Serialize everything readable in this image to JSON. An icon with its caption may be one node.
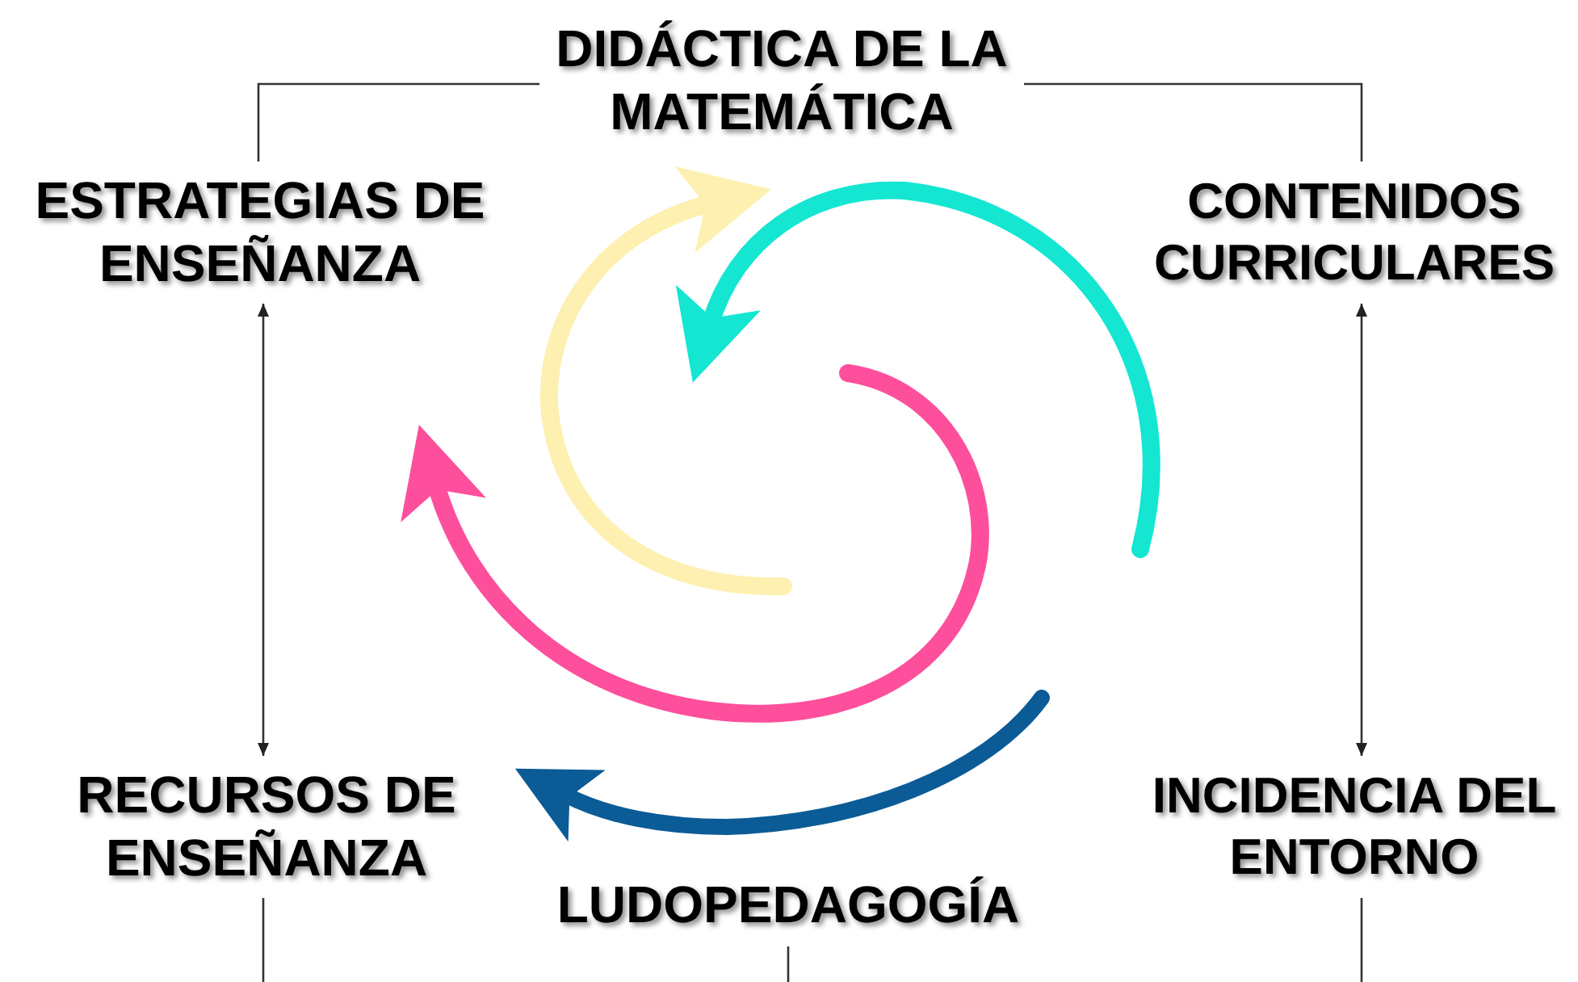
{
  "diagram": {
    "nodes": [
      {
        "text": [
          "DIDÁCTICA DE LA MATEMÁTICA"
        ]
      },
      {
        "text": [
          "ESTRATEGIAS DE ENSEÑANZA"
        ]
      },
      {
        "text": [
          "CONTENIDOS CURRICULARES"
        ]
      },
      {
        "text": [
          "RECURSOS DE ENSEÑANZA"
        ]
      },
      {
        "text": [
          "INCIDENCIA DEL ENTORNO"
        ]
      },
      {
        "text": [
          "LUDOPEDAGOGÍA"
        ]
      }
    ],
    "edges": [
      {
        "from": 0,
        "to": 1,
        "arrow": "none"
      },
      {
        "from": 0,
        "to": 2,
        "arrow": "none"
      },
      {
        "from": 1,
        "to": 3,
        "arrow": "both"
      },
      {
        "from": 2,
        "to": 4,
        "arrow": "both"
      },
      {
        "from": 3,
        "to": null,
        "arrow": "none"
      },
      {
        "from": 5,
        "to": null,
        "arrow": "none"
      },
      {
        "from": 4,
        "to": null,
        "arrow": "none"
      }
    ]
  }
}
